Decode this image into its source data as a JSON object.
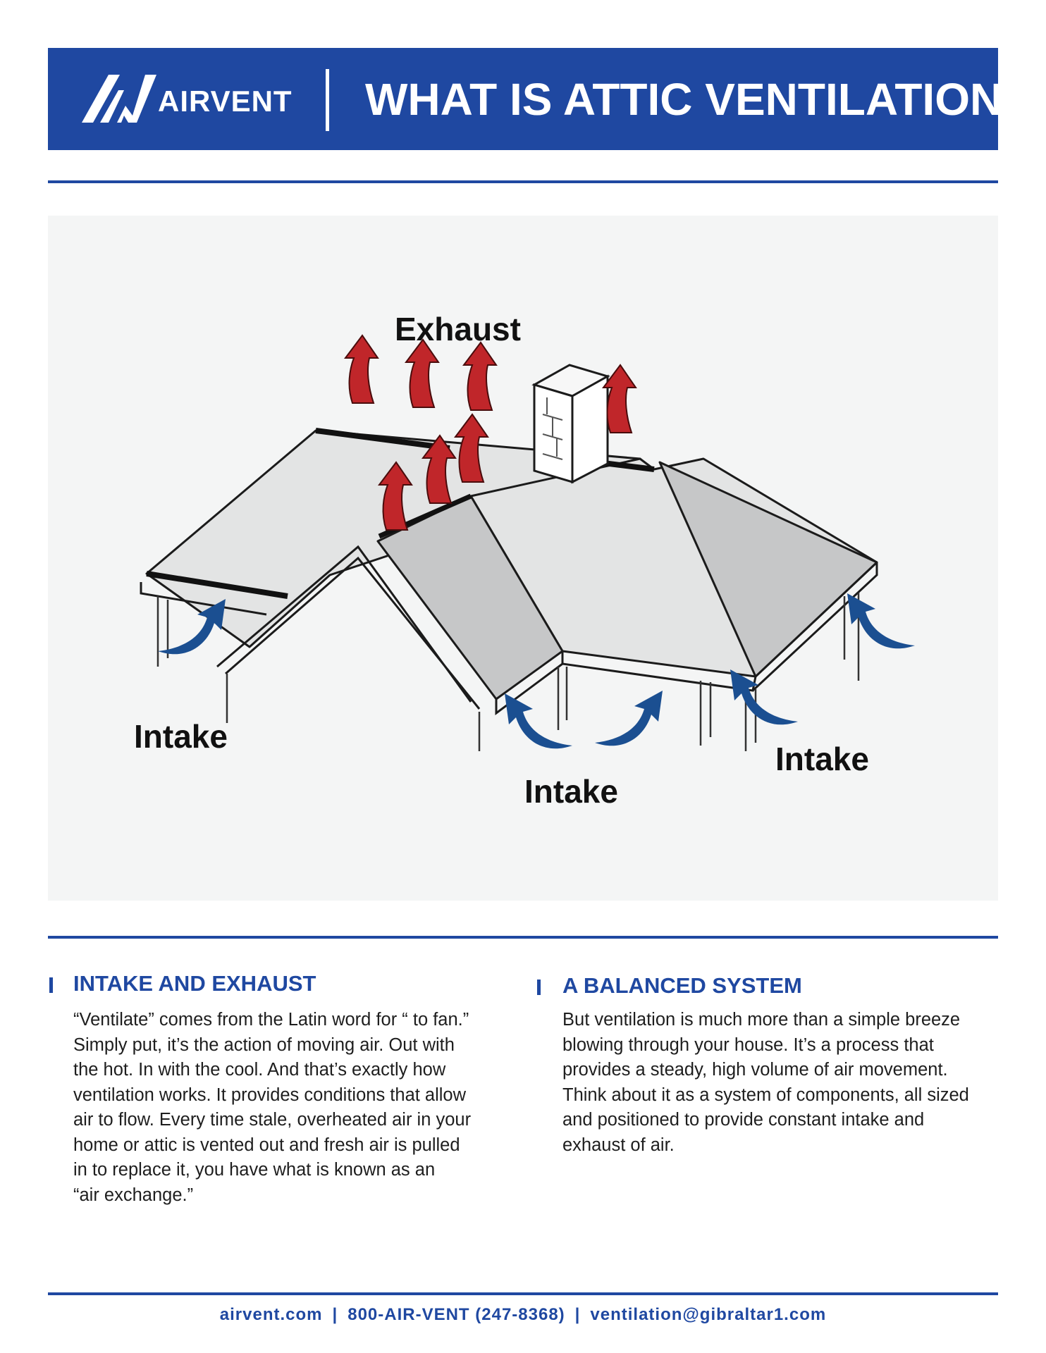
{
  "header": {
    "brand": "AIRVENT",
    "title": "WHAT IS ATTIC VENTILATION"
  },
  "diagram": {
    "labels": {
      "exhaust": "Exhaust",
      "intake_left": "Intake",
      "intake_center": "Intake",
      "intake_right": "Intake"
    },
    "colors": {
      "exhaust_arrow": "#c0262a",
      "intake_arrow": "#1b4f91",
      "roof_light": "#e3e4e4",
      "roof_dark": "#c6c7c8",
      "panel_bg": "#f4f5f5"
    }
  },
  "sections": [
    {
      "heading": "INTAKE AND EXHAUST",
      "lines": [
        "“Ventilate” comes from the Latin word for “ to fan.”",
        "Simply put, it’s the action of moving air. Out with",
        "the hot. In with the cool. And that’s exactly how",
        "ventilation works. It provides conditions that allow",
        "air to flow. Every time stale, overheated air in your",
        "home or attic is vented out and fresh air is pulled",
        "in to replace it, you have what is known as an",
        "“air exchange.”"
      ]
    },
    {
      "heading": "A BALANCED SYSTEM",
      "lines": [
        "But ventilation is much more than a simple breeze",
        "blowing through your house. It’s a process that",
        "provides a steady, high volume of air movement.",
        "Think about it as a system of components, all sized",
        "and positioned to provide constant intake and",
        "exhaust of air."
      ]
    }
  ],
  "footer": {
    "website": "airvent.com",
    "phone": "800-AIR-VENT (247-8368)",
    "email": "ventilation@gibraltar1.com",
    "separator": "|"
  }
}
